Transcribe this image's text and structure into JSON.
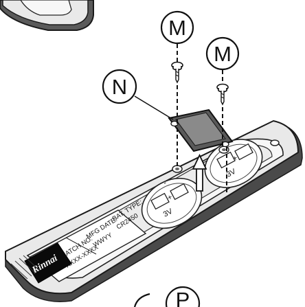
{
  "callouts": {
    "m_left": "M",
    "m_right": "M",
    "n": "N",
    "p": "P"
  },
  "label": {
    "bat_type_line1": "BAT. TYPE:",
    "bat_type_line2": "CR2450",
    "mfg_line1": "MFG DATE:",
    "mfg_line2": "WWYY",
    "batch_line1": "BATCH NO:",
    "batch_line2": "XXXX-XXXX"
  },
  "brand": "Rinnai",
  "battery_marks": {
    "plus": "+",
    "minus": "-",
    "voltage": "3V"
  }
}
